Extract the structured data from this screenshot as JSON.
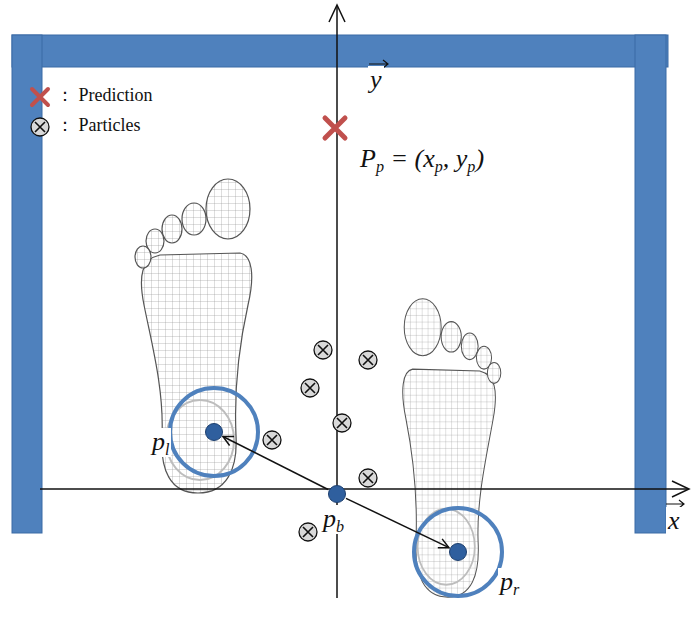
{
  "diagram": {
    "nodes": [
      {
        "text": [
          "pl"
        ]
      },
      {
        "text": [
          "pb"
        ]
      },
      {
        "text": [
          "pr"
        ]
      }
    ],
    "edges": [
      {
        "from": 1,
        "to": 0,
        "arrow": "to"
      },
      {
        "from": 1,
        "to": 2,
        "arrow": "to"
      }
    ],
    "labels": [
      "y",
      "Pp = (xp, yp)",
      "x"
    ],
    "legend": [
      {
        "text": "： Prediction"
      },
      {
        "text": "： Particles"
      }
    ]
  }
}
